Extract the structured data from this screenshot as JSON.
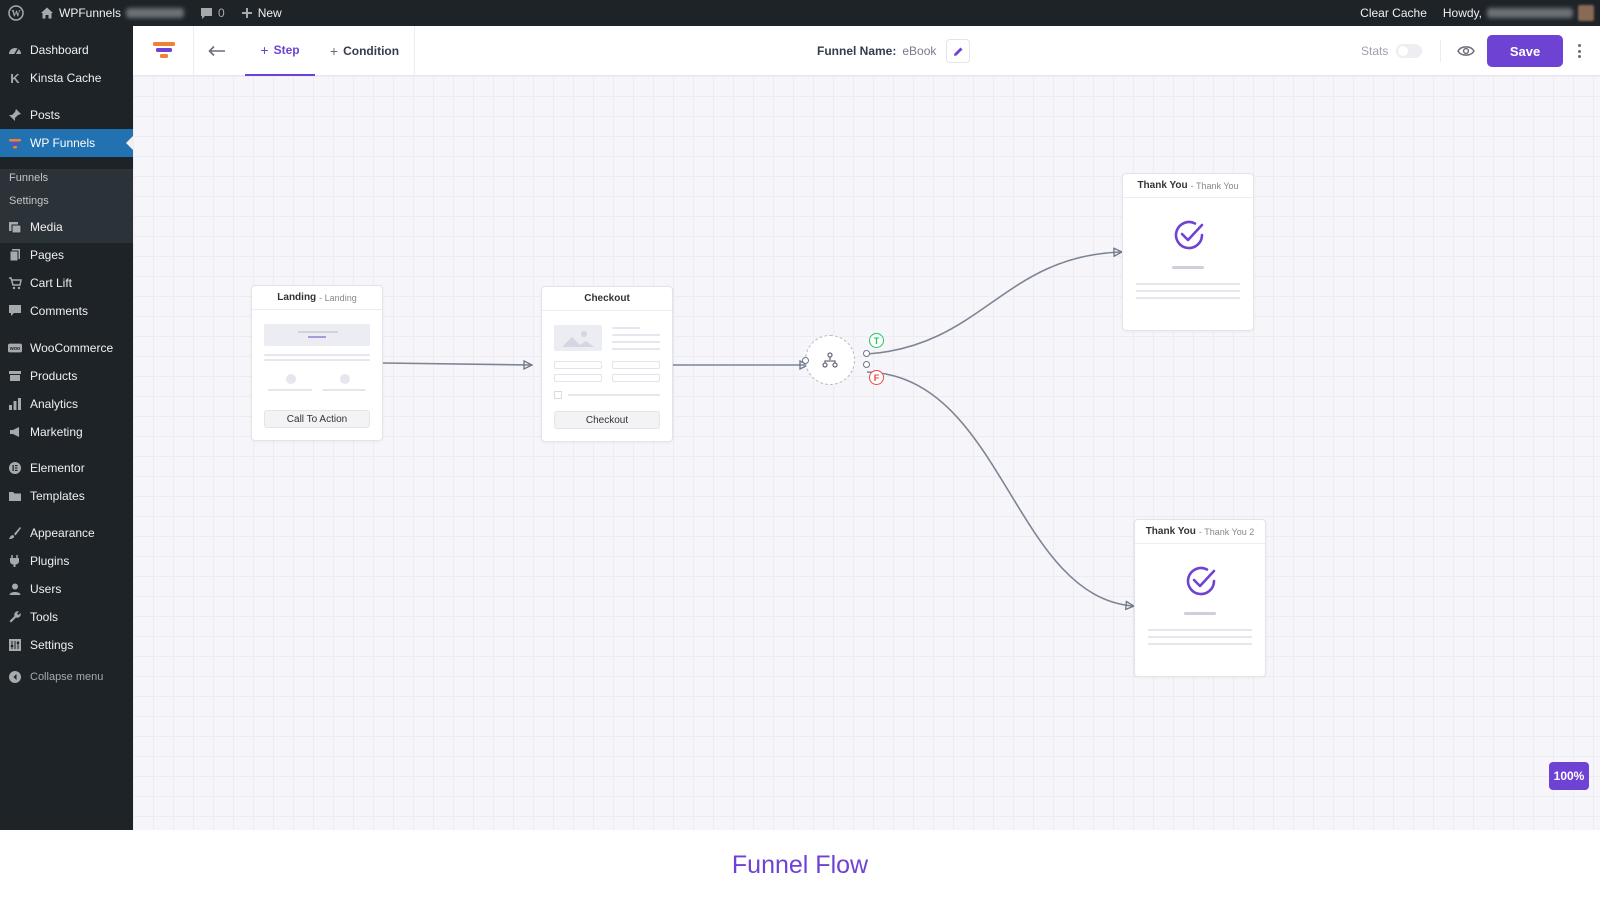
{
  "admin_bar": {
    "site_name": "WPFunnels",
    "comments_count": "0",
    "new_label": "New",
    "clear_cache": "Clear Cache",
    "howdy": "Howdy,"
  },
  "sidebar": {
    "items": [
      {
        "label": "Dashboard"
      },
      {
        "label": "Kinsta Cache"
      },
      {
        "label": "Posts"
      },
      {
        "label": "WP Funnels"
      },
      {
        "label": "Media"
      },
      {
        "label": "Pages"
      },
      {
        "label": "Cart Lift"
      },
      {
        "label": "Comments"
      },
      {
        "label": "WooCommerce"
      },
      {
        "label": "Products"
      },
      {
        "label": "Analytics"
      },
      {
        "label": "Marketing"
      },
      {
        "label": "Elementor"
      },
      {
        "label": "Templates"
      },
      {
        "label": "Appearance"
      },
      {
        "label": "Plugins"
      },
      {
        "label": "Users"
      },
      {
        "label": "Tools"
      },
      {
        "label": "Settings"
      },
      {
        "label": "Collapse menu"
      }
    ],
    "submenu": [
      {
        "label": "Funnels"
      },
      {
        "label": "Settings"
      }
    ]
  },
  "toolbar": {
    "step_label": "Step",
    "condition_label": "Condition",
    "funnel_name_label": "Funnel Name:",
    "funnel_name_value": "eBook",
    "stats_label": "Stats",
    "save_label": "Save"
  },
  "nodes": {
    "landing": {
      "title": "Landing",
      "subtitle": "- Landing",
      "button": "Call To Action"
    },
    "checkout": {
      "title": "Checkout",
      "button": "Checkout"
    },
    "condition": {
      "true_label": "T",
      "false_label": "F"
    },
    "thankyou1": {
      "title": "Thank You",
      "subtitle": "- Thank You"
    },
    "thankyou2": {
      "title": "Thank You",
      "subtitle": "- Thank You 2"
    }
  },
  "zoom_label": "100%",
  "footer_title": "Funnel Flow",
  "colors": {
    "accent": "#6e42d3",
    "admin_bg": "#1d2327",
    "active_menu": "#2271b1",
    "true": "#22c55e",
    "false": "#ef4444"
  }
}
